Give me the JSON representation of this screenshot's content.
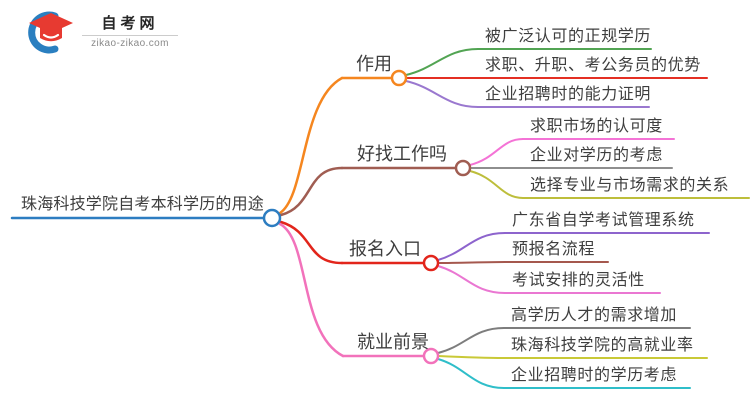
{
  "logo": {
    "title": "自考网",
    "domain": "zikao-zikao.com",
    "crescent_color": "#2a7fc0",
    "cap_color": "#e73a31"
  },
  "mindmap": {
    "root": {
      "label": "珠海科技学院自考本科学历的用途",
      "color": "#2d7dc1"
    },
    "branches": [
      {
        "label": "作用",
        "color": "#f5861f",
        "children": [
          {
            "label": "被广泛认可的正规学历",
            "color": "#52a453"
          },
          {
            "label": "求职、升职、考公务员的优势",
            "color": "#e42f23"
          },
          {
            "label": "企业招聘时的能力证明",
            "color": "#9a78cf"
          }
        ]
      },
      {
        "label": "好找工作吗",
        "color": "#a05d52",
        "children": [
          {
            "label": "求职市场的认可度",
            "color": "#f473d6"
          },
          {
            "label": "企业对学历的考虑",
            "color": "#8e8e8e"
          },
          {
            "label": "选择专业与市场需求的关系",
            "color": "#bdbe3b"
          }
        ]
      },
      {
        "label": "报名入口",
        "color": "#e2251b",
        "children": [
          {
            "label": "广东省自学考试管理系统",
            "color": "#8d64cd"
          },
          {
            "label": "预报名流程",
            "color": "#a5584e"
          },
          {
            "label": "考试安排的灵活性",
            "color": "#ea77d2"
          }
        ]
      },
      {
        "label": "就业前景",
        "color": "#f272bb",
        "children": [
          {
            "label": "高学历人才的需求增加",
            "color": "#7d7d7d"
          },
          {
            "label": "珠海科技学院的高就业率",
            "color": "#c9c937"
          },
          {
            "label": "企业招聘时的学历考虑",
            "color": "#2fbec9"
          }
        ]
      }
    ]
  }
}
